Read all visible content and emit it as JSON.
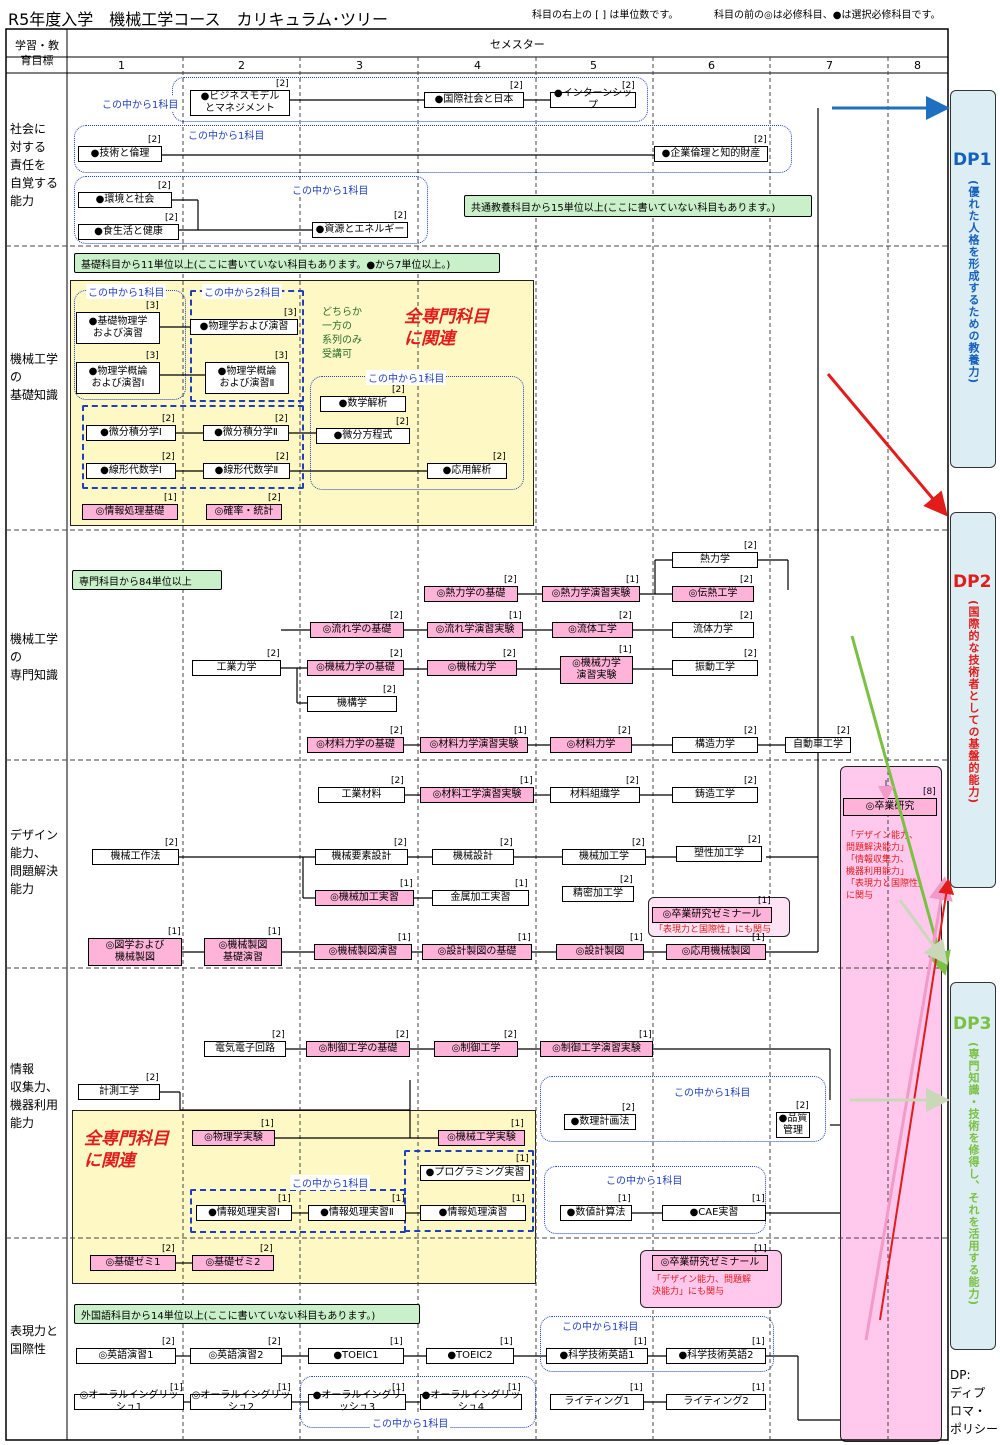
{
  "title": "R5年度入学　機械工学コース　カリキュラム･ツリー",
  "notes": {
    "credits": "科目の右上の [ ] は単位数です。",
    "legend": "科目の前の◎は必修科目、●は選択必修科目です。"
  },
  "header": {
    "goal_label": "学習・教\n育目標",
    "semester_label": "セメスター",
    "semesters": [
      "1",
      "2",
      "3",
      "4",
      "5",
      "6",
      "7",
      "8"
    ]
  },
  "rows": [
    "社会に\n対する\n責任を\n自覚する\n能力",
    "機械工学\nの\n基礎知識",
    "機械工学\nの\n専門知識",
    "デザイン\n能力、\n問題解決\n能力",
    "情報\n収集力、\n機器利用\n能力",
    "表現力と\n国際性"
  ],
  "groups": {
    "choose1": "この中から1科目",
    "choose2": "この中から2科目"
  },
  "info": {
    "general": "共通教養科目から15単位以上(ここに書いていない科目もあります。)",
    "basic": "基礎科目から11単位以上(ここに書いていない科目もあります。●から7単位以上。)",
    "special": "専門科目から84単位以上",
    "foreign": "外国語科目から14単位以上(ここに書いていない科目もあります。)"
  },
  "annotations": {
    "related": "全専門科目\nに関連",
    "either": "どちらか\n一方の\n系列のみ\n受講可",
    "thesis_note": "「デザイン能力、\n問題解決能力」\n「情報収集力、\n機器利用能力」\n「表現力と国際性」\nに関与",
    "seminar_note1": "「表現力と国際性」にも関与",
    "seminar_note2": "「デザイン能力、問題解\n決能力」にも関与"
  },
  "courses": [
    {
      "name": "●ビジネスモデル\nとマネジメント",
      "credit": "[2]"
    },
    {
      "name": "●国際社会と日本",
      "credit": "[2]"
    },
    {
      "name": "●インターンシップ",
      "credit": "[2]"
    },
    {
      "name": "●技術と倫理",
      "credit": "[2]"
    },
    {
      "name": "●企業倫理と知的財産",
      "credit": "[2]"
    },
    {
      "name": "●環境と社会",
      "credit": "[2]"
    },
    {
      "name": "●食生活と健康",
      "credit": "[2]"
    },
    {
      "name": "●資源とエネルギー",
      "credit": "[2]"
    },
    {
      "name": "●基礎物理学\nおよび演習",
      "credit": "[3]"
    },
    {
      "name": "●物理学および演習",
      "credit": "[3]"
    },
    {
      "name": "●物理学概論\nおよび演習Ⅰ",
      "credit": "[3]"
    },
    {
      "name": "●物理学概論\nおよび演習Ⅱ",
      "credit": "[3]"
    },
    {
      "name": "●数学解析",
      "credit": "[2]"
    },
    {
      "name": "●微分積分学Ⅰ",
      "credit": "[2]"
    },
    {
      "name": "●微分積分学Ⅱ",
      "credit": "[2]"
    },
    {
      "name": "●微分方程式",
      "credit": "[2]"
    },
    {
      "name": "●線形代数学Ⅰ",
      "credit": "[2]"
    },
    {
      "name": "●線形代数学Ⅱ",
      "credit": "[2]"
    },
    {
      "name": "●応用解析",
      "credit": "[2]"
    },
    {
      "name": "◎情報処理基礎",
      "credit": "[1]"
    },
    {
      "name": "◎確率・統計",
      "credit": "[2]"
    },
    {
      "name": "熱力学",
      "credit": "[2]"
    },
    {
      "name": "◎熱力学の基礎",
      "credit": "[2]"
    },
    {
      "name": "◎熱力学演習実験",
      "credit": "[1]"
    },
    {
      "name": "◎伝熱工学",
      "credit": "[2]"
    },
    {
      "name": "◎流れ学の基礎",
      "credit": "[2]"
    },
    {
      "name": "◎流れ学演習実験",
      "credit": "[1]"
    },
    {
      "name": "◎流体工学",
      "credit": "[2]"
    },
    {
      "name": "流体力学",
      "credit": "[2]"
    },
    {
      "name": "工業力学",
      "credit": "[2]"
    },
    {
      "name": "◎機械力学の基礎",
      "credit": "[2]"
    },
    {
      "name": "◎機械力学",
      "credit": "[2]"
    },
    {
      "name": "◎機械力学\n演習実験",
      "credit": "[1]"
    },
    {
      "name": "振動工学",
      "credit": "[2]"
    },
    {
      "name": "機構学",
      "credit": "[2]"
    },
    {
      "name": "◎材料力学の基礎",
      "credit": "[2]"
    },
    {
      "name": "◎材料力学演習実験",
      "credit": "[1]"
    },
    {
      "name": "◎材料力学",
      "credit": "[2]"
    },
    {
      "name": "構造力学",
      "credit": "[2]"
    },
    {
      "name": "自動車工学",
      "credit": "[2]"
    },
    {
      "name": "工業材料",
      "credit": "[2]"
    },
    {
      "name": "◎材料工学演習実験",
      "credit": "[1]"
    },
    {
      "name": "材料組織学",
      "credit": "[2]"
    },
    {
      "name": "鋳造工学",
      "credit": "[2]"
    },
    {
      "name": "◎卒業研究",
      "credit": "[8]"
    },
    {
      "name": "機械工作法",
      "credit": "[2]"
    },
    {
      "name": "機械要素設計",
      "credit": "[2]"
    },
    {
      "name": "機械設計",
      "credit": "[2]"
    },
    {
      "name": "機械加工学",
      "credit": "[2]"
    },
    {
      "name": "塑性加工学",
      "credit": "[2]"
    },
    {
      "name": "◎機械加工実習",
      "credit": "[1]"
    },
    {
      "name": "金属加工実習",
      "credit": "[1]"
    },
    {
      "name": "精密加工学",
      "credit": "[2]"
    },
    {
      "name": "◎卒業研究ゼミナール",
      "credit": "[1]"
    },
    {
      "name": "◎図学および\n機械製図",
      "credit": "[1]"
    },
    {
      "name": "◎機械製図\n基礎演習",
      "credit": "[1]"
    },
    {
      "name": "◎機械製図演習",
      "credit": "[1]"
    },
    {
      "name": "◎設計製図の基礎",
      "credit": "[1]"
    },
    {
      "name": "◎設計製図",
      "credit": "[1]"
    },
    {
      "name": "◎応用機械製図",
      "credit": "[1]"
    },
    {
      "name": "電気電子回路",
      "credit": "[2]"
    },
    {
      "name": "◎制御工学の基礎",
      "credit": "[2]"
    },
    {
      "name": "◎制御工学",
      "credit": "[2]"
    },
    {
      "name": "◎制御工学演習実験",
      "credit": "[1]"
    },
    {
      "name": "計測工学",
      "credit": "[2]"
    },
    {
      "name": "●数理計画法",
      "credit": "[2]"
    },
    {
      "name": "●品質\n管理",
      "credit": "[2]"
    },
    {
      "name": "◎物理学実験",
      "credit": "[1]"
    },
    {
      "name": "◎機械工学実験",
      "credit": "[1]"
    },
    {
      "name": "●プログラミング実習",
      "credit": "[1]"
    },
    {
      "name": "●情報処理実習Ⅰ",
      "credit": "[1]"
    },
    {
      "name": "●情報処理実習Ⅱ",
      "credit": "[1]"
    },
    {
      "name": "●情報処理演習",
      "credit": "[1]"
    },
    {
      "name": "●数値計算法",
      "credit": "[1]"
    },
    {
      "name": "●CAE実習",
      "credit": "[1]"
    },
    {
      "name": "◎基礎ゼミ1",
      "credit": "[2]"
    },
    {
      "name": "◎基礎ゼミ2",
      "credit": "[2]"
    },
    {
      "name": "◎卒業研究ゼミナール",
      "credit": "[1]"
    },
    {
      "name": "◎英語演習1",
      "credit": "[2]"
    },
    {
      "name": "◎英語演習2",
      "credit": "[2]"
    },
    {
      "name": "●TOEIC1",
      "credit": "[1]"
    },
    {
      "name": "●TOEIC2",
      "credit": "[1]"
    },
    {
      "name": "●科学技術英語1",
      "credit": "[1]"
    },
    {
      "name": "●科学技術英語2",
      "credit": "[1]"
    },
    {
      "name": "◎オーラルイングリッシュ1",
      "credit": "[1]"
    },
    {
      "name": "◎オーラルイングリッシュ2",
      "credit": "[1]"
    },
    {
      "name": "●オーラルイングリッシュ3",
      "credit": "[1]"
    },
    {
      "name": "●オーラルイングリッシュ4",
      "credit": "[1]"
    },
    {
      "name": "ライティング1",
      "credit": "[1]"
    },
    {
      "name": "ライティング2",
      "credit": "[1]"
    }
  ],
  "dp": [
    {
      "label": "DP1",
      "desc": "(優れた人格を形成するための教養力)",
      "color": "#1560bd"
    },
    {
      "label": "DP2",
      "desc": "(国際的な技術者としての基盤的能力)",
      "color": "#e21b1b"
    },
    {
      "label": "DP3",
      "desc": "(専門知識・技術を修得し、それを活用する能力)",
      "color": "#7ac143"
    }
  ],
  "dp_legend": "DP:\nディプ\nロマ・\nポリシー"
}
